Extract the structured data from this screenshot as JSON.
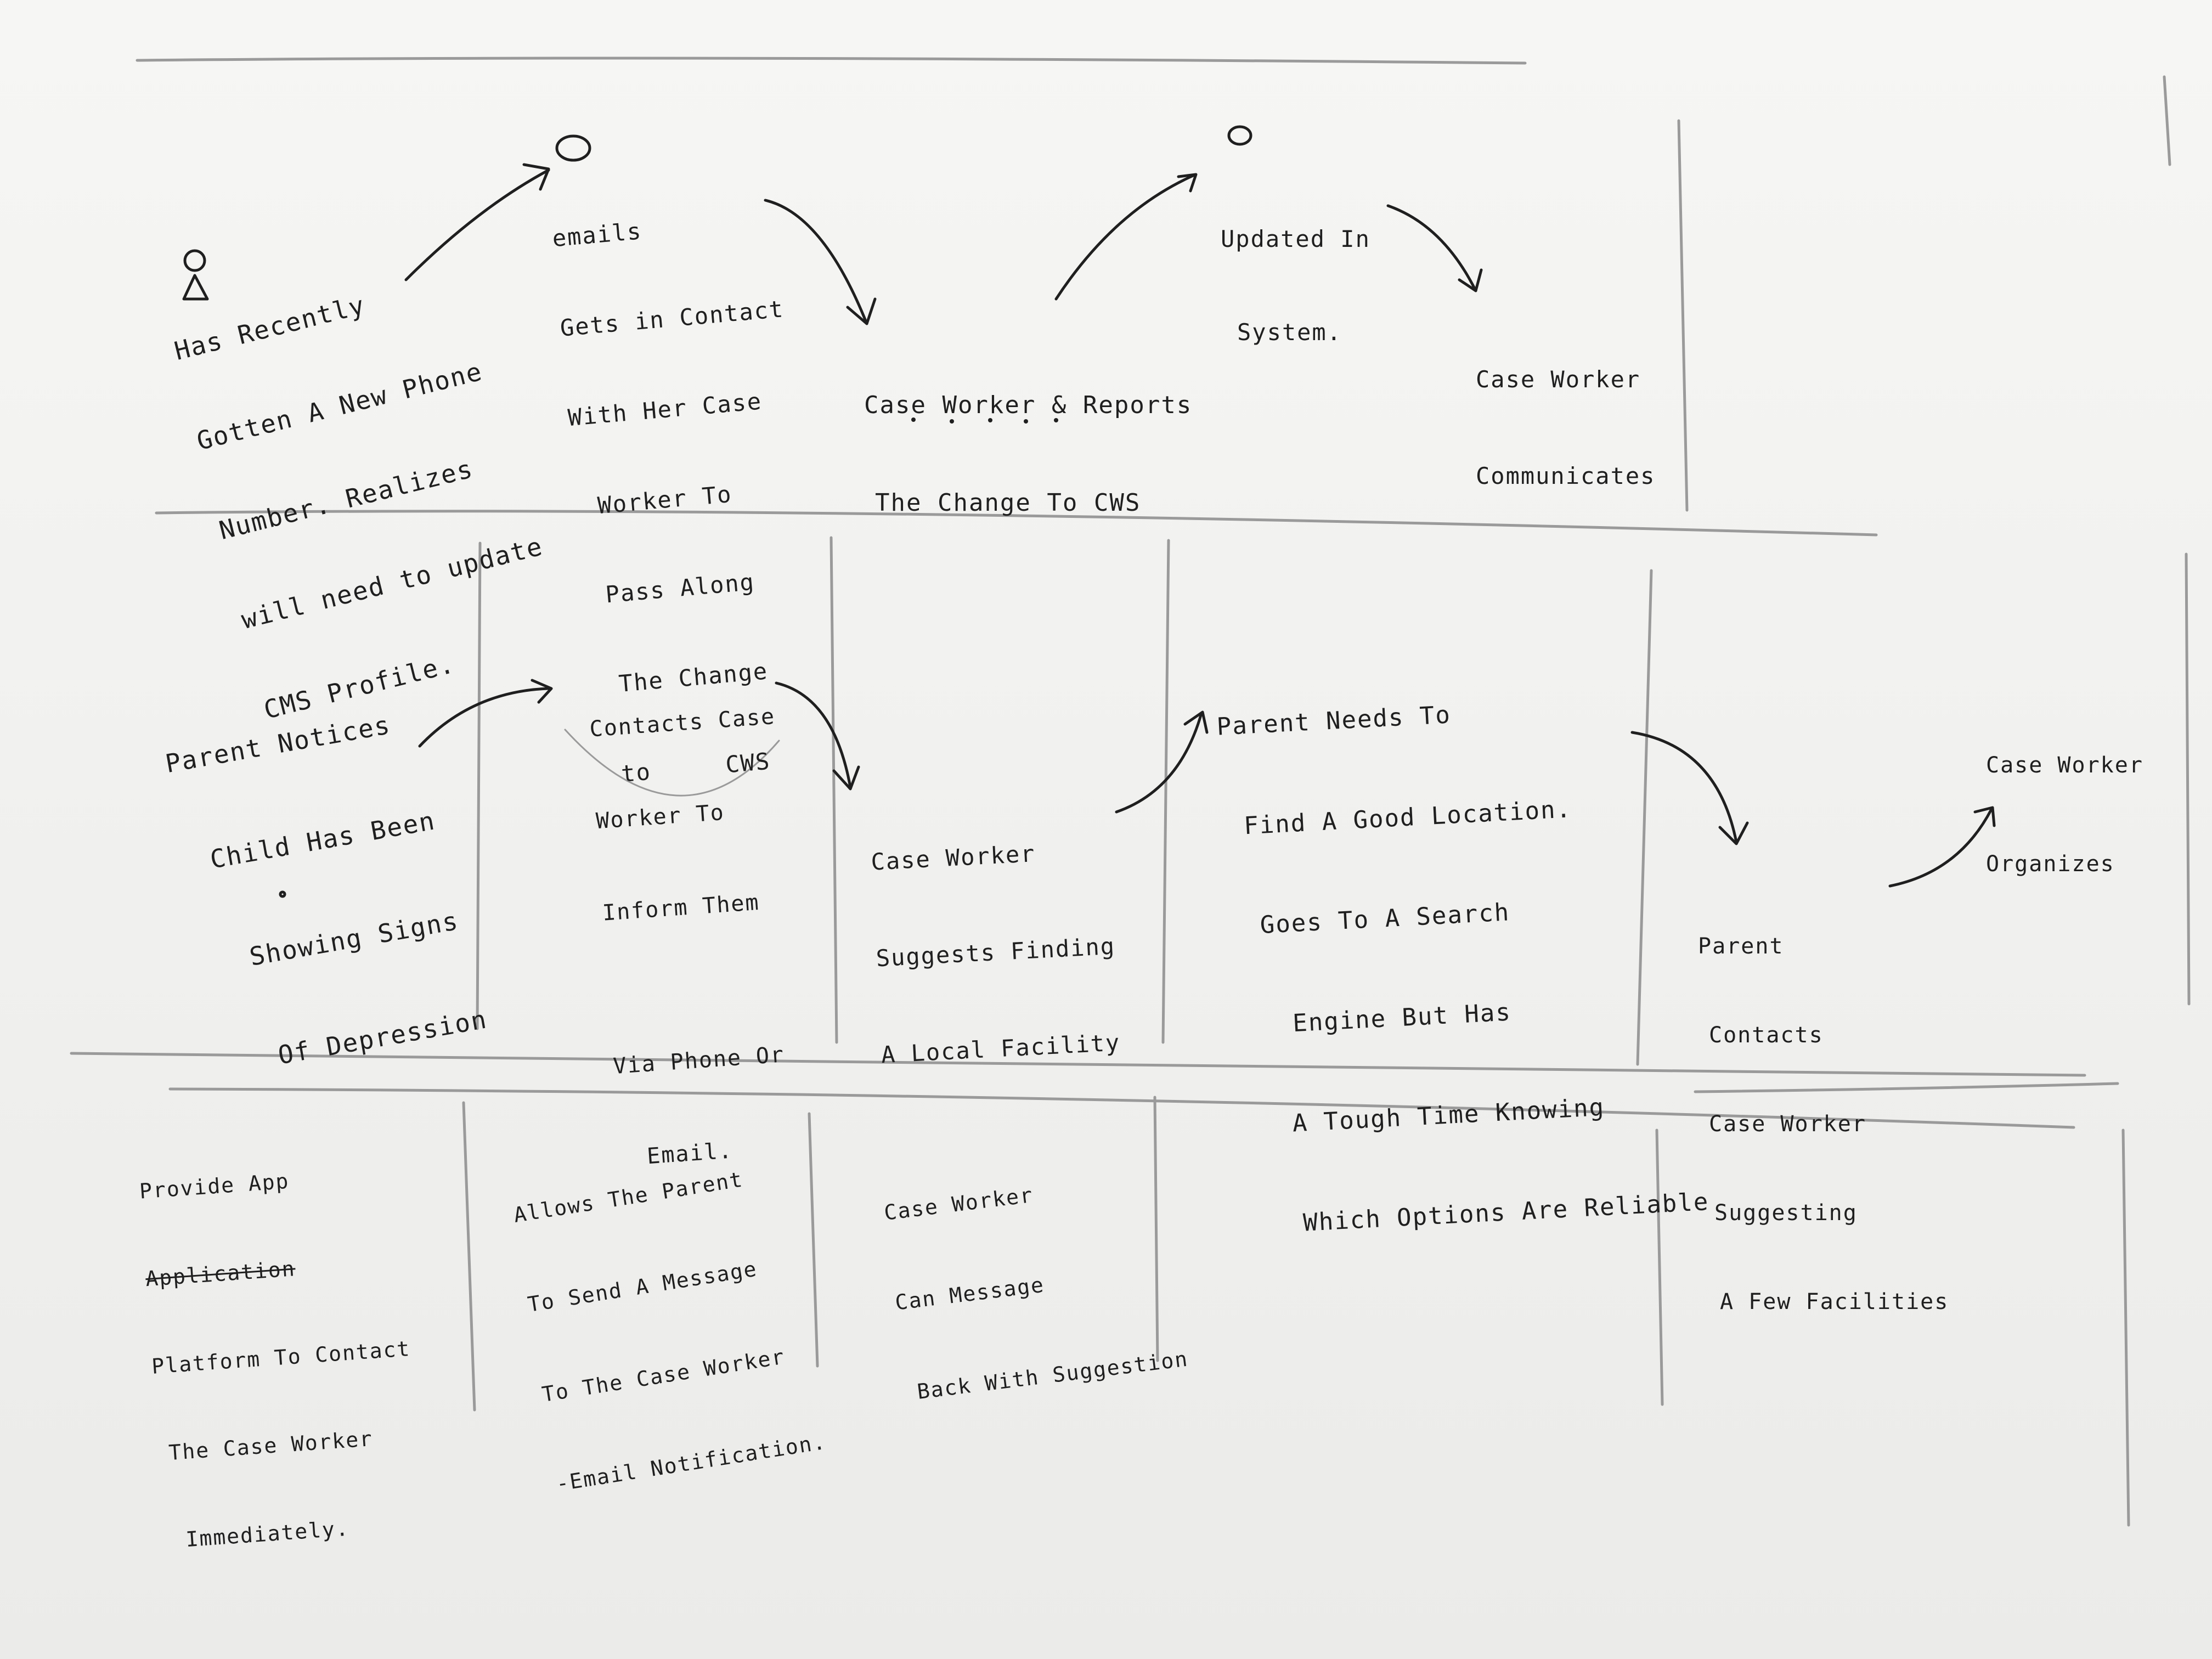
{
  "row1": {
    "note1": {
      "prefix": "Has",
      "lines": [
        "Has Recently",
        "Gotten A New Phone",
        "Number. Realizes",
        "will need to update",
        "CMS Profile."
      ]
    },
    "note2": {
      "lines": [
        "emails",
        "Gets in Contact",
        "With Her Case",
        "Worker To",
        "Pass Along",
        "The Change",
        "to     CWS"
      ]
    },
    "note3": {
      "lines": [
        "Case Worker & Reports",
        "The Change To CWS"
      ]
    },
    "note4": {
      "lines": [
        "Updated In",
        "System."
      ]
    },
    "note5": {
      "lines": [
        "Case Worker",
        "Communicates"
      ]
    }
  },
  "row2": {
    "note1": {
      "lines": [
        "Parent Notices",
        "Child Has Been",
        "Showing Signs",
        "Of Depression"
      ]
    },
    "note2": {
      "lines": [
        "Contacts Case",
        "Worker To",
        "Inform Them",
        "",
        "Via Phone Or",
        "Email."
      ]
    },
    "note3": {
      "lines": [
        "Case Worker",
        "Suggests Finding",
        "A Local Facility"
      ]
    },
    "note4": {
      "lines": [
        "Parent Needs To",
        "Find A Good Location.",
        "Goes To A Search",
        "Engine But Has",
        "A Tough Time Knowing",
        "Which Options Are Reliable"
      ]
    },
    "note5": {
      "lines": [
        "Parent",
        "Contacts",
        "Case Worker",
        "Suggesting",
        "A Few Facilities"
      ]
    },
    "note6": {
      "lines": [
        "Case Worker",
        "Organizes"
      ]
    }
  },
  "row3": {
    "note1": {
      "lines": [
        "Provide App",
        "Application",
        "Platform To Contact",
        "The Case Worker",
        "Immediately."
      ]
    },
    "note2": {
      "lines": [
        "Allows The Parent",
        "To Send A Message",
        "To The Case Worker",
        "-Email Notification."
      ]
    },
    "note3": {
      "lines": [
        "Case Worker",
        "Can Message",
        "Back With Suggestion"
      ]
    }
  },
  "colors": {
    "ink": "#1f1f1f",
    "pencil": "#9a9a9a",
    "paper": "#f3f3f1"
  }
}
